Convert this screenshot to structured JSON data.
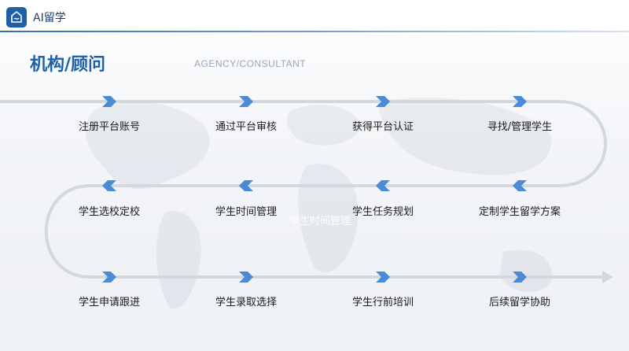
{
  "app": {
    "name": "AI留学"
  },
  "page": {
    "title": "机构/顾问",
    "subtitle": "AGENCY/CONSULTANT",
    "watermark": "学生时间管理"
  },
  "rows": [
    {
      "direction": "right",
      "steps": [
        "注册平台账号",
        "通过平台审核",
        "获得平台认证",
        "寻找/管理学生"
      ]
    },
    {
      "direction": "left",
      "steps": [
        "定制学生留学方案",
        "学生任务规划",
        "学生时间管理",
        "学生选校定校"
      ]
    },
    {
      "direction": "right",
      "steps": [
        "学生申请跟进",
        "学生录取选择",
        "学生行前培训",
        "后续留学协助"
      ]
    }
  ],
  "colors": {
    "accent": "#1f5fa8",
    "arrow": "#4a8bd8",
    "line": "#d3d8de"
  }
}
